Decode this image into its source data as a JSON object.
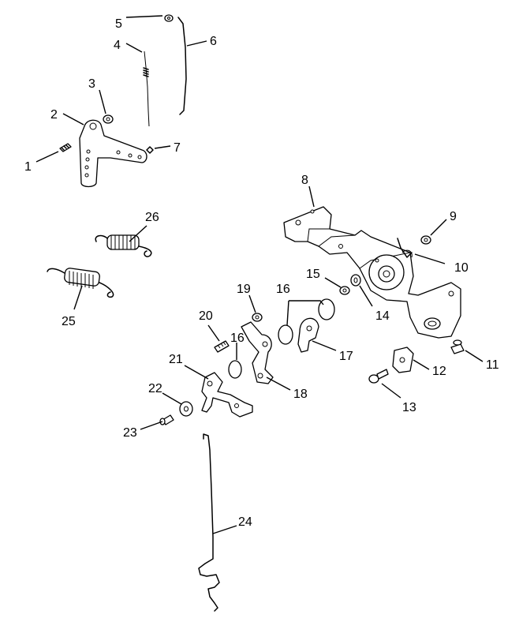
{
  "callouts": {
    "n1": "1",
    "n2": "2",
    "n3": "3",
    "n4": "4",
    "n5": "5",
    "n6": "6",
    "n7": "7",
    "n8": "8",
    "n9": "9",
    "n10": "10",
    "n11": "11",
    "n12": "12",
    "n13": "13",
    "n14": "14",
    "n15": "15",
    "n16a": "16",
    "n16b": "16",
    "n17": "17",
    "n18": "18",
    "n19": "19",
    "n20": "20",
    "n21": "21",
    "n22": "22",
    "n23": "23",
    "n24": "24",
    "n25": "25",
    "n26": "26"
  }
}
